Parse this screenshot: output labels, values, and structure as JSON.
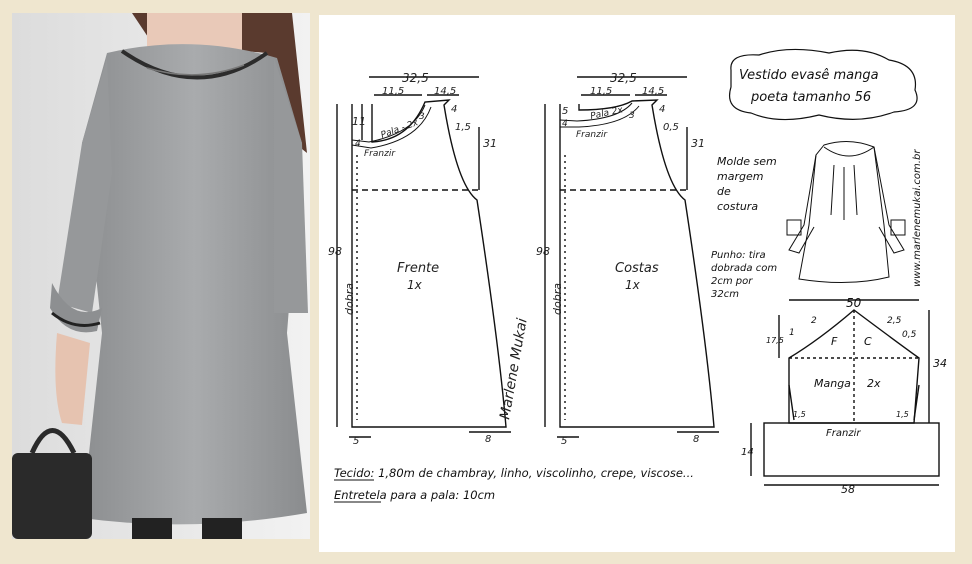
{
  "title": {
    "line1": "Vestido evasê manga",
    "line2": "poeta tamanho 56"
  },
  "website": "www.marlenemukai.com.br",
  "signature": "Marlene Mukai",
  "front": {
    "name": "Frente",
    "qty": "1x",
    "width_top": "32,5",
    "neck_w": "11,5",
    "shoulder_w": "14,5",
    "neck_depth": "11",
    "shoulder_drop": "4",
    "armhole_notch": "1,5",
    "armhole_depth": "31",
    "yoke_w": "4",
    "length": "98",
    "fold": "dobra",
    "hem_left": "5",
    "hem_right": "8",
    "yoke_label": "Pala - 2x",
    "gather_label": "Franzir",
    "measure_3": "3"
  },
  "back": {
    "name": "Costas",
    "qty": "1x",
    "width_top": "32,5",
    "neck_w": "11,5",
    "shoulder_w": "14,5",
    "neck_depth": "5",
    "shoulder_drop": "4",
    "armhole_notch": "0,5",
    "armhole_depth": "31",
    "yoke_w": "4",
    "length": "98",
    "fold": "dobra",
    "hem_left": "5",
    "hem_right": "8",
    "yoke_label": "Pala 2x",
    "gather_label": "Franzir",
    "measure_3": "3"
  },
  "sleeve": {
    "name": "Manga",
    "qty": "2x",
    "front_mark": "F",
    "back_mark": "C",
    "width": "50",
    "cap_height": "17,5",
    "cap_left": "2",
    "cap_left2": "1",
    "cap_right": "2,5",
    "cap_right2": "0,5",
    "total_height": "34",
    "cuff_left": "1,5",
    "cuff_right": "1,5",
    "cuff_height": "14",
    "cuff_width": "58",
    "gather": "Franzir"
  },
  "notes": {
    "no_seam": "Molde sem margem de costura",
    "cuff": "Punho: tira dobrada com 2cm por 32cm",
    "fabric": "Tecido: 1,80m de chambray, linho, viscolinho, crepe, viscose...",
    "interfacing": "Entretela para a pala: 10cm"
  }
}
